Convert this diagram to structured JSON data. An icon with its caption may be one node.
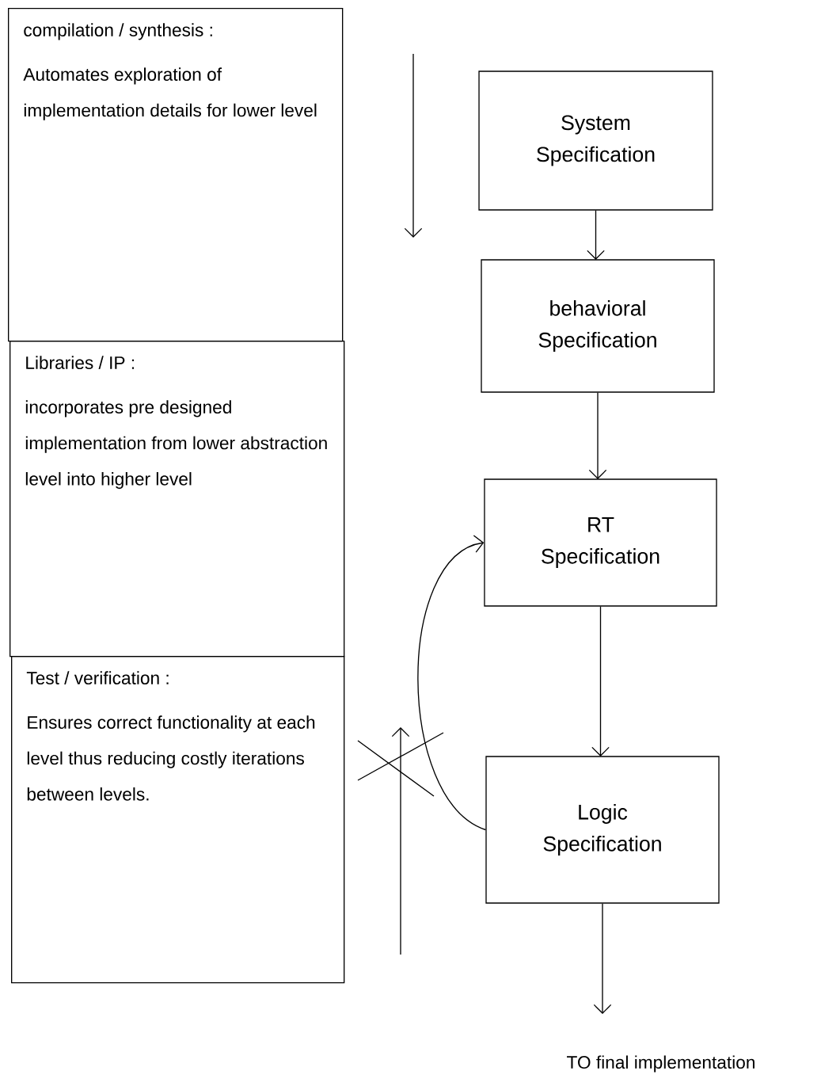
{
  "diagram": {
    "nodes": [
      {
        "text": [
          "compilation / synthesis :",
          "Automates exploration of implementation details for lower level"
        ]
      },
      {
        "text": [
          "Libraries / IP :",
          "incorporates pre designed implementation from lower abstraction level into higher level"
        ]
      },
      {
        "text": [
          "Test / verification :",
          "Ensures correct functionality at each level thus reducing costly iterations between levels."
        ]
      },
      {
        "text": [
          "System Specification"
        ]
      },
      {
        "text": [
          "behavioral Specification"
        ]
      },
      {
        "text": [
          "RT Specification"
        ]
      },
      {
        "text": [
          "Logic Specification"
        ]
      },
      {
        "text": [
          "TO final implementation"
        ]
      }
    ],
    "edges": [
      {
        "from": 3,
        "to": 4,
        "arrow": "to"
      },
      {
        "from": 4,
        "to": 5,
        "arrow": "to"
      },
      {
        "from": 5,
        "to": 6,
        "arrow": "to"
      },
      {
        "from": 6,
        "to": 7,
        "arrow": "to"
      },
      {
        "from": 6,
        "to": 5,
        "arrow": "to"
      }
    ]
  }
}
